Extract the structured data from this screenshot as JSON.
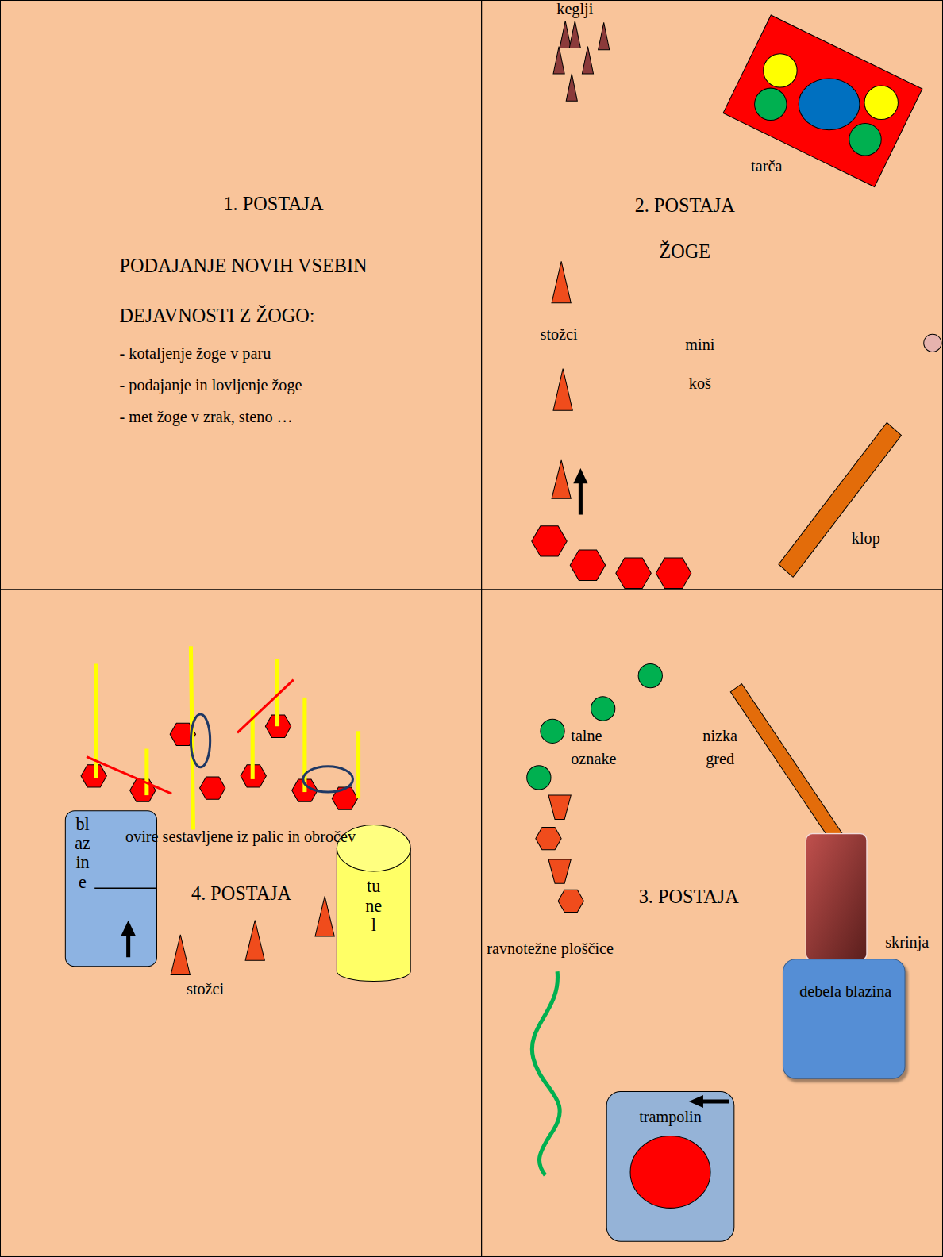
{
  "diagram": {
    "nodes": [
      {
        "text": [
          "1. POSTAJA",
          "PODAJANJE NOVIH VSEBIN DEJAVNOSTI Z ŽOGO:",
          "- kotaljenje žoge v paru",
          "- podajanje in lovljenje žoge",
          "- met žoge v zrak, steno …"
        ]
      },
      {
        "text": [
          "2. POSTAJA",
          "ŽOGE"
        ]
      },
      {
        "text": [
          "tarča"
        ],
        "in": 1
      },
      {
        "text": [
          "4. POSTAJA"
        ]
      },
      {
        "text": [
          "blazine"
        ],
        "in": 3
      },
      {
        "text": [
          "tunel"
        ],
        "in": 3
      },
      {
        "text": [
          "3. POSTAJA"
        ]
      },
      {
        "text": [
          "skrinja"
        ],
        "in": 6
      },
      {
        "text": [
          "debela blazina"
        ],
        "in": 6
      },
      {
        "text": [
          "trampolin"
        ],
        "in": 6
      }
    ],
    "labels": [
      "keglji",
      "stožci",
      "mini koš",
      "klop",
      "ovire sestavljene iz palic in obročev",
      "stožci",
      "talne oznake",
      "nizka gred",
      "ravnotežne ploščice"
    ]
  }
}
